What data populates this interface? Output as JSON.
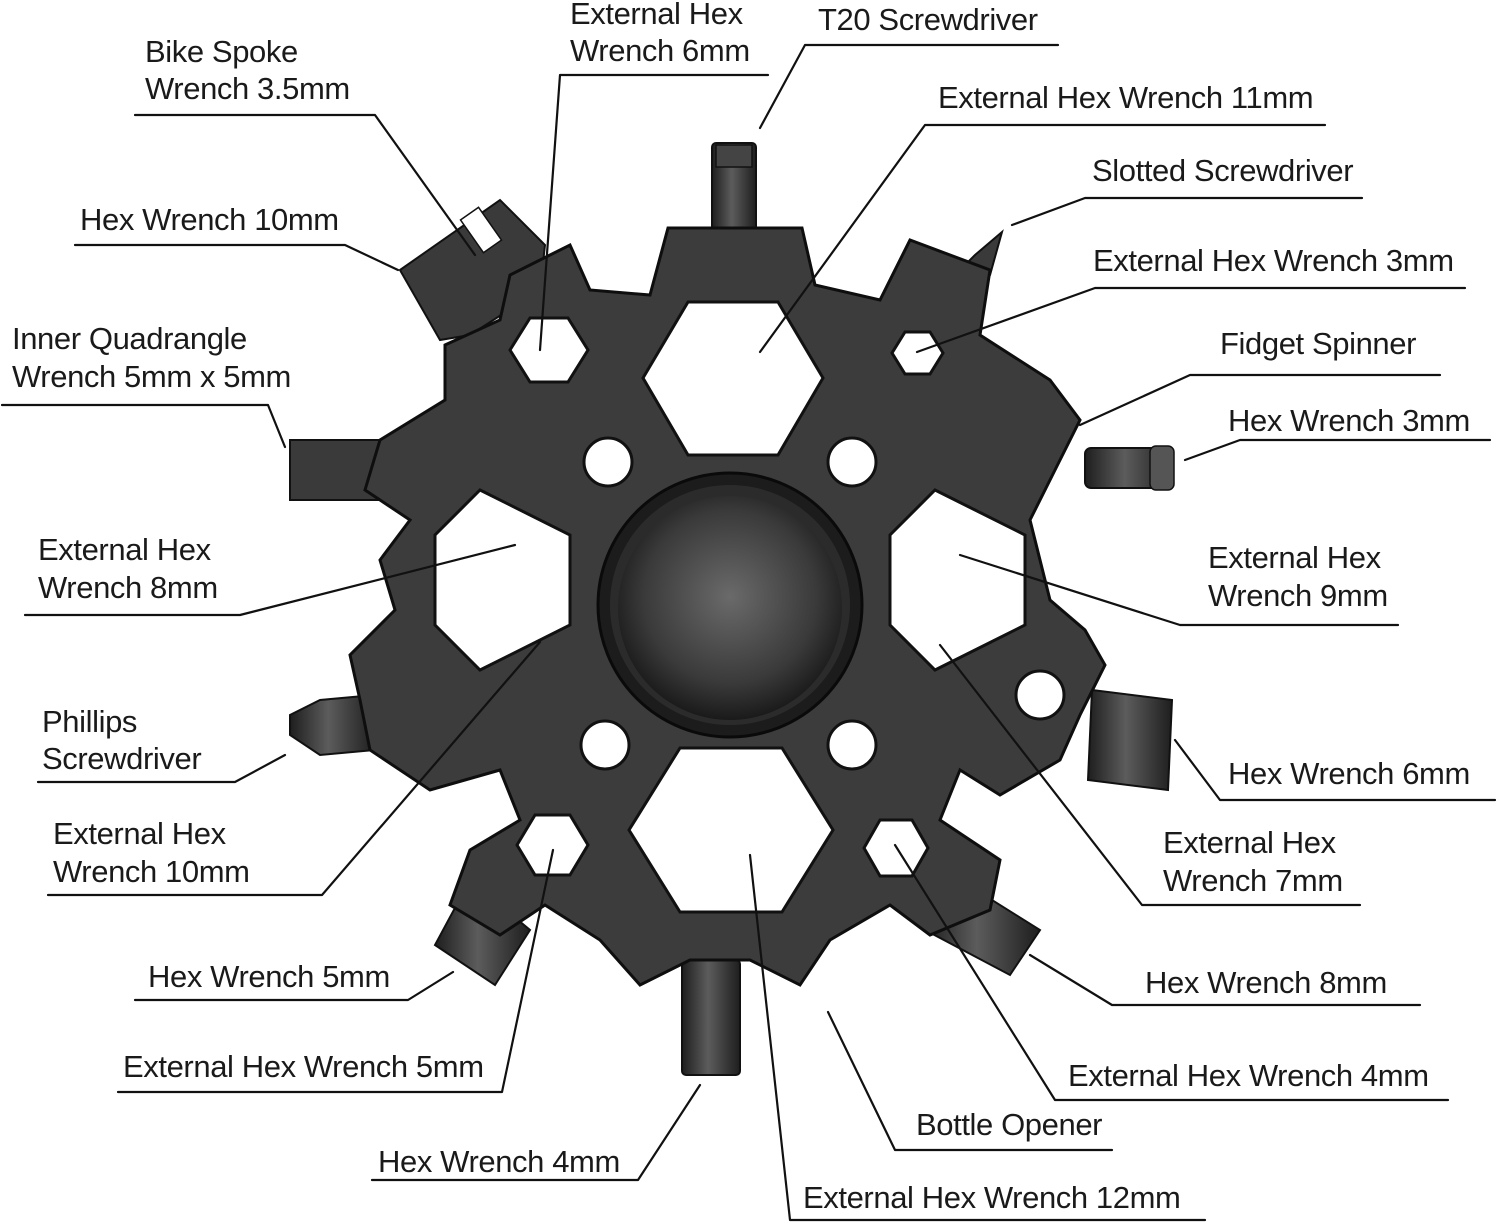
{
  "labels": {
    "bike_spoke": [
      "Bike Spoke",
      "Wrench 3.5mm"
    ],
    "ext_hex_6": [
      "External Hex",
      "Wrench 6mm"
    ],
    "t20": [
      "T20 Screwdriver"
    ],
    "ext_hex_11": [
      "External Hex Wrench 11mm"
    ],
    "slotted": [
      "Slotted Screwdriver"
    ],
    "hex_10": [
      "Hex Wrench 10mm"
    ],
    "ext_hex_3": [
      "External Hex Wrench 3mm"
    ],
    "inner_quad": [
      "Inner Quadrangle",
      "Wrench 5mm x 5mm"
    ],
    "fidget": [
      "Fidget Spinner"
    ],
    "hex_3": [
      "Hex Wrench 3mm"
    ],
    "ext_hex_8": [
      "External Hex",
      "Wrench 8mm"
    ],
    "ext_hex_9": [
      "External Hex",
      "Wrench 9mm"
    ],
    "phillips": [
      "Phillips",
      "Screwdriver"
    ],
    "hex_6": [
      "Hex Wrench 6mm"
    ],
    "ext_hex_10": [
      "External Hex",
      "Wrench 10mm"
    ],
    "ext_hex_7": [
      "External Hex",
      "Wrench 7mm"
    ],
    "hex_5": [
      "Hex Wrench 5mm"
    ],
    "hex_8": [
      "Hex Wrench 8mm"
    ],
    "ext_hex_5": [
      "External Hex Wrench 5mm"
    ],
    "ext_hex_4": [
      "External Hex Wrench 4mm"
    ],
    "bottle": [
      "Bottle Opener"
    ],
    "hex_4": [
      "Hex Wrench 4mm"
    ],
    "ext_hex_12": [
      "External Hex Wrench 12mm"
    ]
  },
  "colors": {
    "tool_body": "#3a3a3a",
    "tool_edge": "#111111",
    "hole_fill": "#ffffff",
    "bit_fill": "#2b2b2b",
    "bearing_outer": "#1c1c1c",
    "bearing_inner": "#4a4a4a",
    "text": "#1a1a1a"
  }
}
